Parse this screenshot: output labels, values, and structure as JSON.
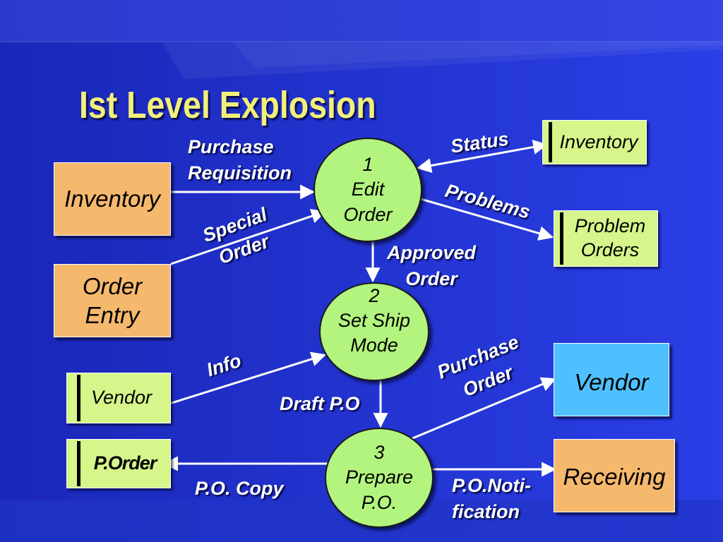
{
  "title": "Ist Level Explosion",
  "colors": {
    "background": "#1e2fcf",
    "title": "#f2f07a",
    "external_entity": "#f5b96e",
    "external_vendor": "#4fc0ff",
    "data_store": "#d6f58a",
    "process": "#b3f47f",
    "arrow": "#ffffff"
  },
  "external_entities": {
    "inventory": "Inventory",
    "order_entry": [
      "Order",
      "Entry"
    ],
    "vendor": "Vendor",
    "receiving": "Receiving"
  },
  "data_stores": {
    "inventory": "Inventory",
    "problem_orders": [
      "Problem",
      "Orders"
    ],
    "vendor": "Vendor",
    "p_order": "P.Order"
  },
  "processes": {
    "edit_order": {
      "number": "1",
      "label": [
        "Edit",
        "Order"
      ]
    },
    "set_ship_mode": {
      "number": "2",
      "label": [
        "Set Ship",
        "Mode"
      ]
    },
    "prepare_po": {
      "number": "3",
      "label": [
        "Prepare",
        "P.O."
      ]
    }
  },
  "flows": {
    "purchase_requisition": [
      "Purchase",
      "Requisition"
    ],
    "special_order": [
      "Special",
      "Order"
    ],
    "status": "Status",
    "problems": "Problems",
    "approved_order": [
      "Approved",
      "Order"
    ],
    "info": "Info",
    "draft_po": "Draft P.O",
    "purchase_order": [
      "Purchase",
      "Order"
    ],
    "po_copy": "P.O. Copy",
    "po_notification": [
      "P.O.Noti-",
      "fication"
    ]
  }
}
